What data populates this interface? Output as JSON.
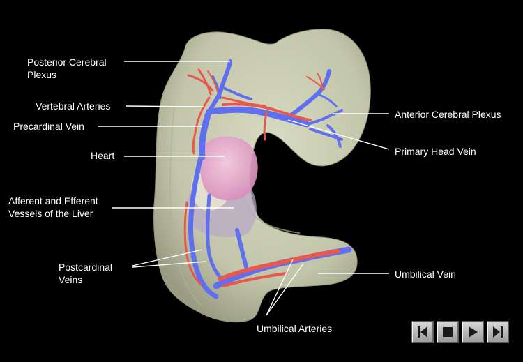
{
  "labels": {
    "posterior_cerebral_plexus": [
      "Posterior Cerebral",
      "Plexus"
    ],
    "vertebral_arteries": "Vertebral Arteries",
    "precardinal_vein": "Precardinal Vein",
    "heart": "Heart",
    "afferent_efferent": [
      "Afferent and Efferent",
      "Vessels of the Liver"
    ],
    "postcardinal_veins": [
      "Postcardinal",
      "Veins"
    ],
    "anterior_cerebral_plexus": "Anterior Cerebral Plexus",
    "primary_head_vein": "Primary Head Vein",
    "umbilical_vein": "Umbilical Vein",
    "umbilical_arteries": "Umbilical Arteries"
  },
  "controls": {
    "first": "skip-to-start-icon",
    "stop": "stop-icon",
    "play": "play-icon",
    "last": "skip-to-end-icon"
  },
  "colors": {
    "background": "#000000",
    "embryo": "#c9ccb1",
    "vein": "#5f6ff0",
    "artery": "#e8584b",
    "heart": "#e6a9cc",
    "liver": "#b6a8c2"
  }
}
